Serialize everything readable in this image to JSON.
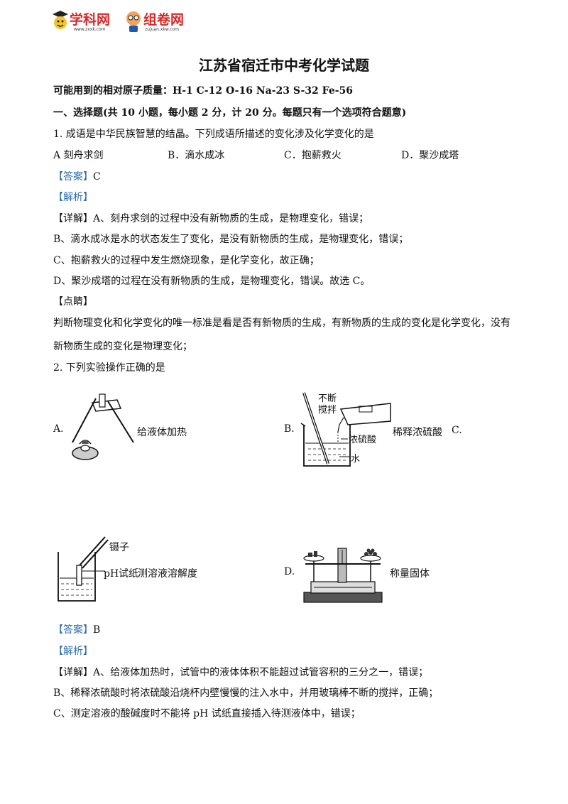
{
  "header": {
    "logo1_text": "学科网",
    "logo1_url_text": "www.zxxk.com",
    "logo2_text": "组卷网",
    "logo2_url_text": "zujuan.xkw.com"
  },
  "title": "江苏省宿迁市中考化学试题",
  "atomic_masses": "可能用到的相对原子质量：H-1   C-12  O-16   Na-23   S-32   Fe-56",
  "section1": "一、选择题(共 10 小题，每小题 2 分，计 20 分。每题只有一个选项符合题意)",
  "q1": {
    "stem": "1. 成语是中华民族智慧的结晶。下列成语所描述的变化涉及化学变化的是",
    "options": [
      "A   刻舟求剑",
      "B．滴水成冰",
      "C．抱薪救火",
      "D．聚沙成塔"
    ],
    "answer_tag": "【答案】",
    "answer": "C",
    "analysis_tag": "【解析】",
    "detail_tag": "【详解】",
    "detail_lines": [
      "A、刻舟求剑的过程中没有新物质的生成，是物理变化，错误；",
      "B、滴水成冰是水的状态发生了变化，是没有新物质的生成，是物理变化，错误；",
      "C、抱薪救火的过程中发生燃烧现象，是化学变化，故正确；",
      "D、聚沙成塔的过程在没有新物质的生成，是物理变化，错误。故选 C。"
    ],
    "comment_tag": "【点睛】",
    "comment_lines": [
      "判断物理变化和化学变化的唯一标准是看是否有新物质的生成，有新物质的生成的变化是化学变化，没有",
      "新物质生成的变化是物理变化；"
    ]
  },
  "q2": {
    "stem": "2. 下列实验操作正确的是",
    "optA_label": "A.",
    "optA_caption": "给液体加热",
    "optB_label": "B.",
    "optB_caption": "稀释浓硫酸",
    "optC_label": "C.",
    "optC_caption": "测溶液溶解度",
    "optD_label": "D.",
    "optD_caption": "称量固体",
    "figB_labels": [
      "不断",
      "搅拌",
      "浓硫酸",
      "水"
    ],
    "figC_labels": [
      "镊子",
      "pH试纸"
    ],
    "answer_tag": "【答案】",
    "answer": "B",
    "analysis_tag": "【解析】",
    "detail_tag": "【详解】",
    "detail_lines": [
      "A、给液体加热时，试管中的液体体积不能超过试管容积的三分之一，错误；",
      "B、稀释浓硫酸时将浓硫酸沿烧杯内壁慢慢的注入水中，并用玻璃棒不断的搅拌，正确；",
      "C、测定溶液的酸碱度时不能将 pH 试纸直接插入待测液体中，错误；"
    ]
  },
  "colors": {
    "tag_blue": "#2b6cb0",
    "logo_red": "#d62828",
    "logo_blue": "#1e5aa8"
  }
}
